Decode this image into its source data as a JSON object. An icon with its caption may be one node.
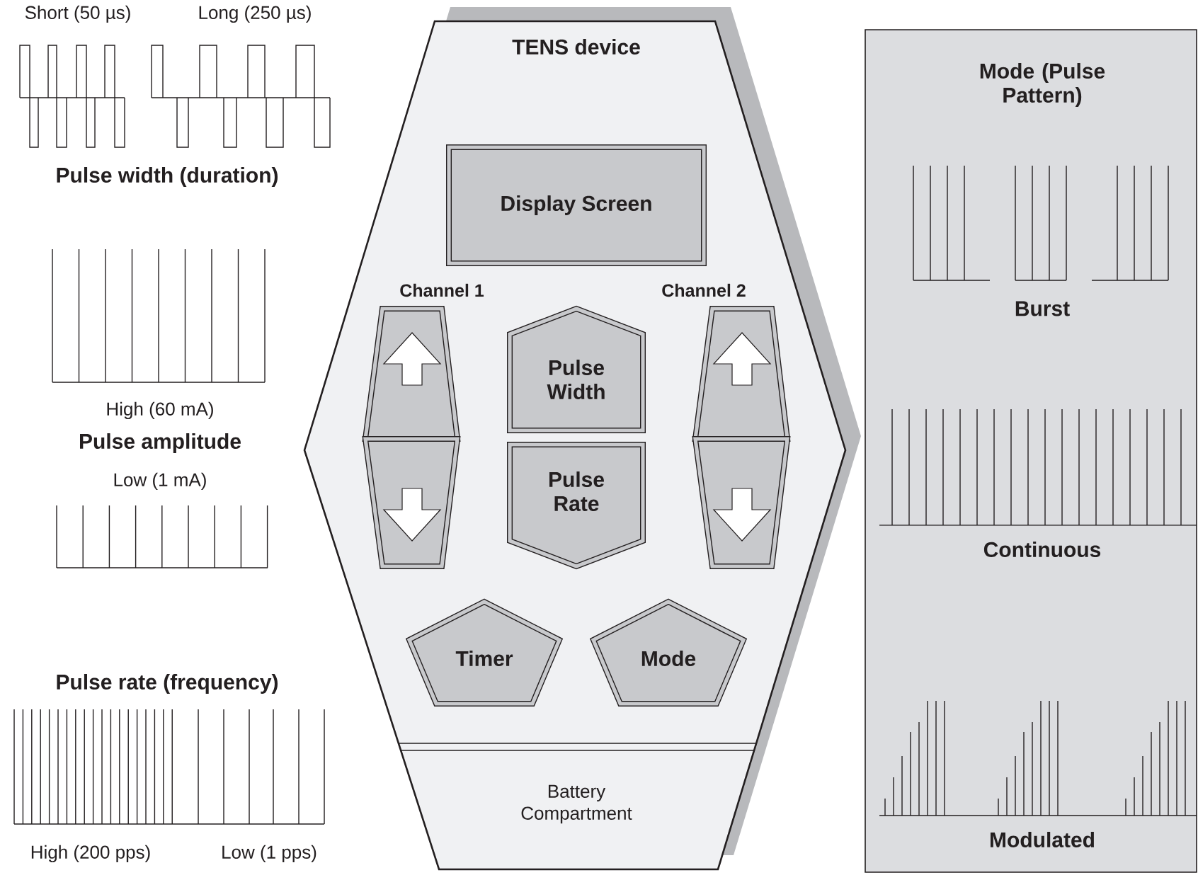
{
  "diagram": {
    "nodes": [
      {
        "text": [
          "TENS device"
        ]
      },
      {
        "text": [
          "Display Screen"
        ],
        "in": 0
      },
      {
        "text": [],
        "shape": "trapezoid",
        "in": 0
      },
      {
        "text": [],
        "shape": "trapezoid",
        "in": 0
      },
      {
        "text": [
          "Pulse Width"
        ],
        "in": 0
      },
      {
        "text": [
          "Pulse Rate"
        ],
        "in": 0
      },
      {
        "text": [],
        "shape": "trapezoid",
        "in": 0
      },
      {
        "text": [],
        "shape": "trapezoid",
        "in": 0
      },
      {
        "text": [
          "Timer"
        ],
        "in": 0
      },
      {
        "text": [
          "Mode"
        ],
        "in": 0
      },
      {
        "text": [
          "Battery Compartment"
        ],
        "in": 0
      },
      {
        "text": [
          "Mode (Pulse Pattern)",
          "Burst",
          "Continuous",
          "Modulated"
        ]
      }
    ],
    "labels": [
      "Short (50 µs)",
      "Long (250 µs)",
      "Pulse width (duration)",
      "High (60 mA)",
      "Pulse amplitude",
      "Low (1 mA)",
      "Pulse rate (frequency)",
      "High (200 pps)",
      "Low (1 pps)",
      "Channel 1",
      "Channel 2"
    ]
  }
}
